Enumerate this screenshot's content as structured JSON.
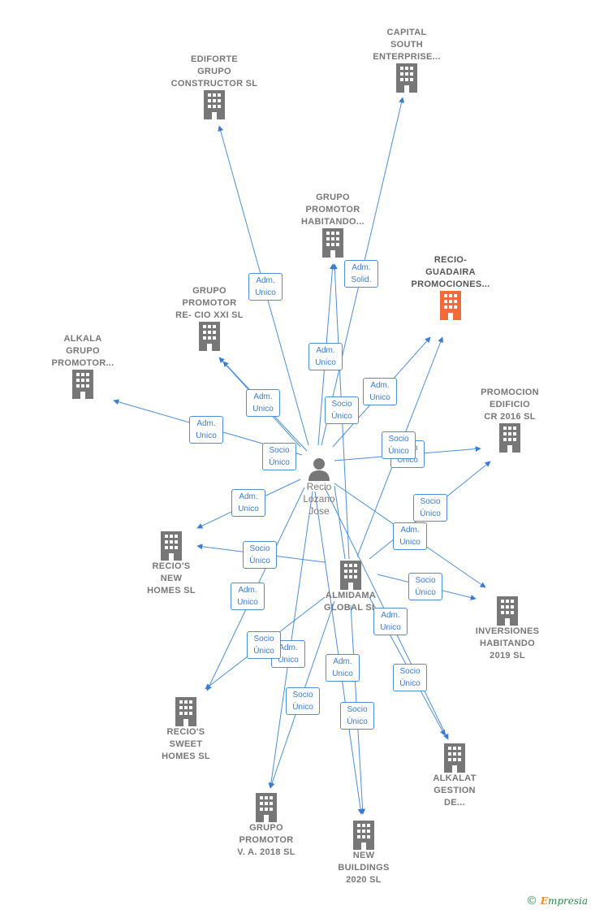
{
  "center_person": {
    "name": "Recio\nLozano\nJose"
  },
  "companies": {
    "capital_south": "CAPITAL\nSOUTH\nENTERPRISE...",
    "edificorte": "EDIFORTE\nGRUPO\nCONSTRUCTOR SL",
    "grupo_habitando": "GRUPO\nPROMOTOR\nHABITANDO...",
    "recio_guadaira": "RECIO-\nGUADAIRA\nPROMOCIONES...",
    "grupo_recio_xxi": "GRUPO\nPROMOTOR\nRE- CIO XXI  SL",
    "alkala_grupo": "ALKALA\nGRUPO\nPROMOTOR...",
    "promocion_edificio": "PROMOCION\nEDIFICIO\nCR 2016  SL",
    "recios_new_homes": "RECIO'S\nNEW\nHOMES  SL",
    "almidama": "ALMIDAMA\nGLOBAL  SL",
    "inversiones_habitando": "INVERSIONES\nHABITANDO\n2019  SL",
    "recios_sweet": "RECIO'S\nSWEET\nHOMES  SL",
    "alkalat_gestion": "ALKALAT\nGESTION\nDE...",
    "grupo_va_2018": "GRUPO\nPROMOTOR\nV. A. 2018  SL",
    "new_buildings": "NEW\nBUILDINGS\n2020  SL"
  },
  "edge_labels": {
    "adm_unico": "Adm.\nUnico",
    "adm_solid": "Adm.\nSolid.",
    "socio_unico": "Socio\nÚnico"
  },
  "colors": {
    "edge": "#3a7bd5",
    "node": "#777777",
    "highlight": "#f26b38"
  },
  "brand": {
    "copyright": "©",
    "e": "E",
    "rest": "mpresia"
  }
}
